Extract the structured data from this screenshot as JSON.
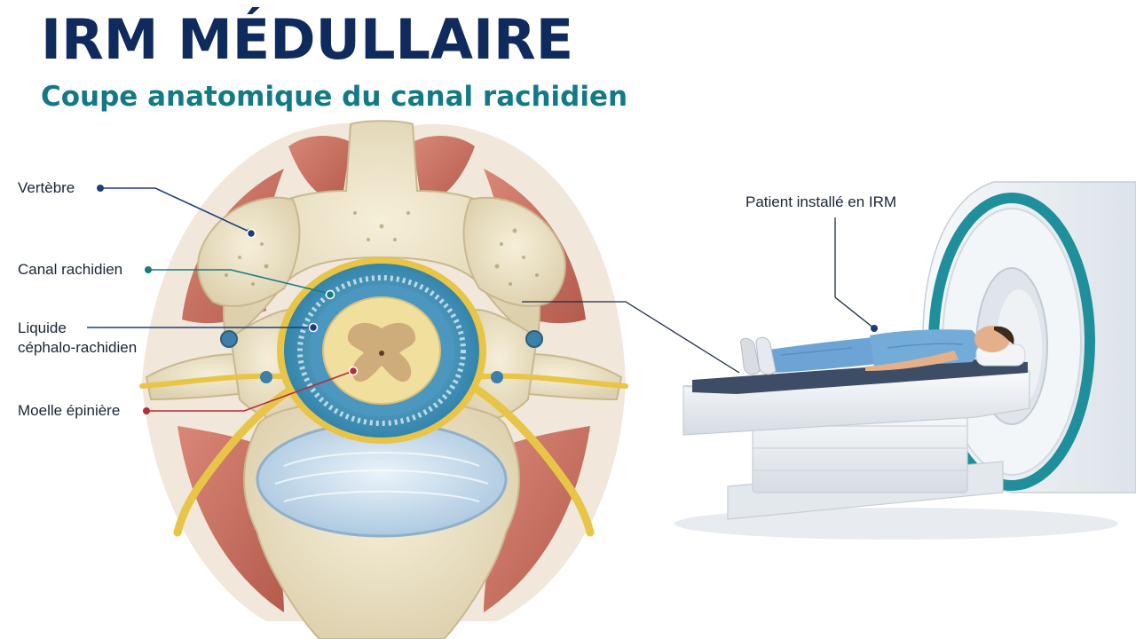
{
  "header": {
    "title": "IRM MÉDULLAIRE",
    "subtitle": "Coupe anatomique du canal rachidien"
  },
  "labels": {
    "vertebre": "Vertèbre",
    "canal": "Canal rachidien",
    "liquide_line1": "Liquide",
    "liquide_line2": "céphalo-rachidien",
    "moelle": "Moelle épinière",
    "patient": "Patient installé en IRM"
  },
  "colors": {
    "title": "#0f2a5c",
    "subtitle": "#127a86",
    "bone": "#efe4c8",
    "muscle": "#c9705f",
    "csf": "#3f8fb4",
    "cord": "#f1df9e",
    "disc": "#cfe1ef",
    "nerve": "#e8c547",
    "scanner_ring": "#1f8f9b",
    "leader_vertebre": "#1b3e7a",
    "leader_canal": "#167b7f",
    "leader_liquide": "#1b3e7a",
    "leader_moelle": "#b32d3a"
  }
}
